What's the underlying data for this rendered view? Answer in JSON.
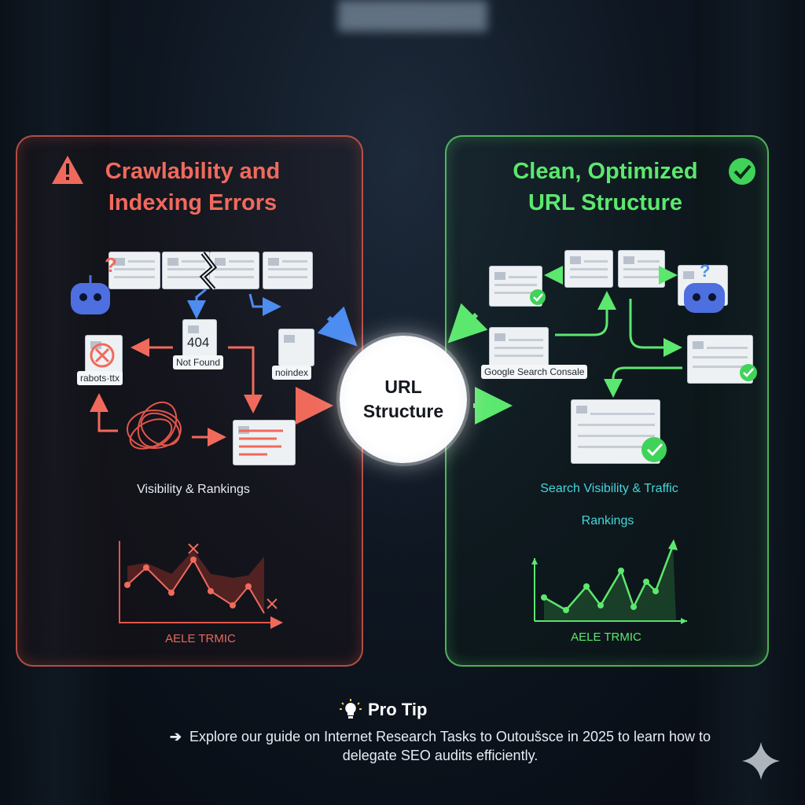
{
  "left_panel": {
    "title_line1": "Crawlability and",
    "title_line2": "Indexing Errors",
    "label_404": "404",
    "label_not_found": "Not Found",
    "label_robots": "rabots·ttx",
    "label_noindex": "noindex",
    "caption": "Visibility & Rankings",
    "chart_caption": "AELE TRMIC",
    "color": "#f06a5c"
  },
  "center": {
    "line1": "URL",
    "line2": "Structure"
  },
  "right_panel": {
    "title_line1": "Clean, Optimized",
    "title_line2": "URL Structure",
    "label_gsc": "Google Search Consale",
    "caption1": "Search Visibility & Traffic",
    "caption2": "Rankings",
    "chart_caption": "AELE TRMIC",
    "color": "#5ce86e"
  },
  "pro_tip": {
    "heading": "Pro Tip",
    "text_line1": "Explore our guide on Internet Research Tasks to Outoušsce in 2025  to learn how to",
    "text_line2": "delegate SEO audits efficiently."
  },
  "icons": [
    "warning-icon",
    "check-circle-icon",
    "robot-icon",
    "question-mark-icon",
    "error-x-icon",
    "lightbulb-icon",
    "arrow-right-icon",
    "sparkle-icon"
  ]
}
